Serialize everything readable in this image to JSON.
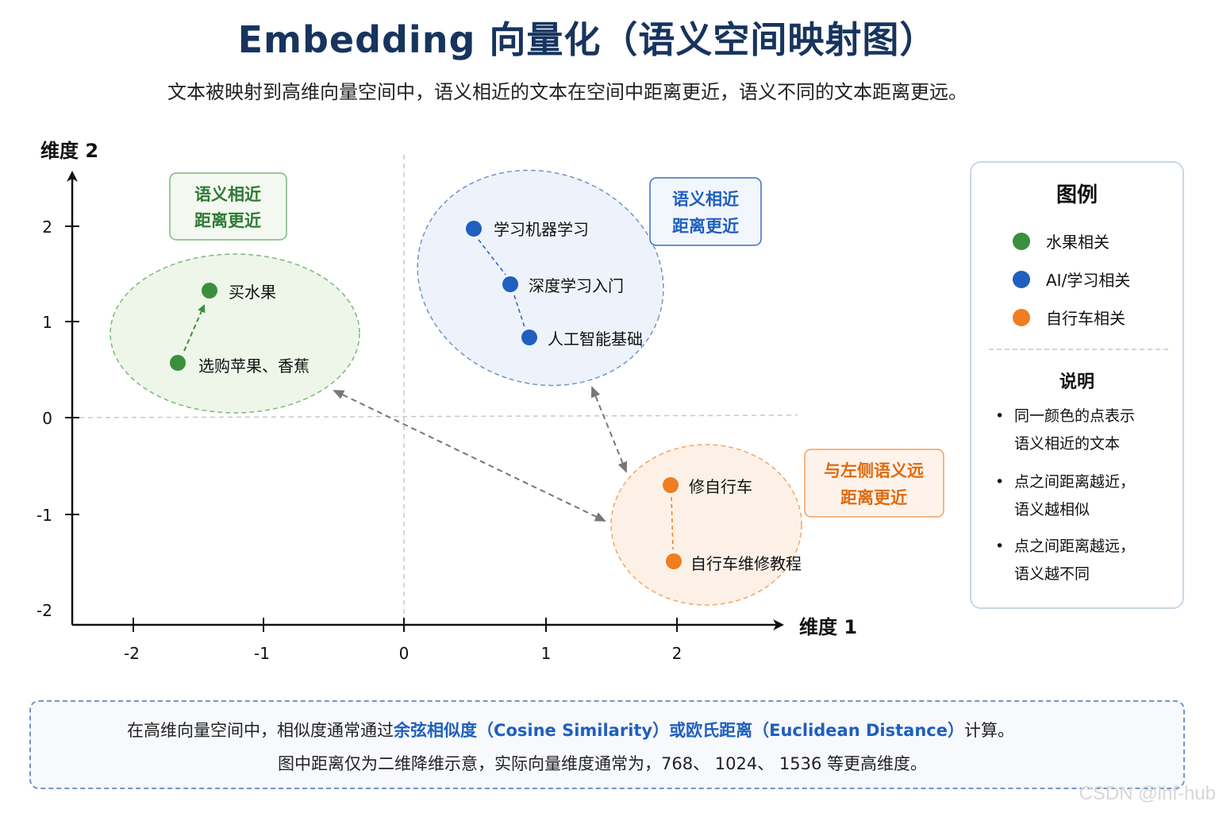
{
  "title": "Embedding 向量化（语义空间映射图）",
  "subtitle": "文本被映射到高维向量空间中，语义相近的文本在空间中距离更近，语义不同的文本距离更远。",
  "colors": {
    "green": "#3a8f3e",
    "blue": "#1f5fbf",
    "orange": "#f07d1f",
    "title": "#17345e"
  },
  "axes": {
    "x_label": "维度 1",
    "y_label": "维度 2",
    "x_ticks": [
      "-2",
      "-1",
      "0",
      "1",
      "2"
    ],
    "y_ticks": [
      "2",
      "1",
      "0",
      "-1",
      "-2"
    ]
  },
  "clusters": {
    "fruit": {
      "color": "#3a8f3e",
      "label_line1": "语义相近",
      "label_line2": "距离更近",
      "points": [
        "买水果",
        "选购苹果、香蕉"
      ]
    },
    "ai": {
      "color": "#1f5fbf",
      "label_line1": "语义相近",
      "label_line2": "距离更近",
      "points": [
        "学习机器学习",
        "深度学习入门",
        "人工智能基础"
      ]
    },
    "bike": {
      "color": "#f07d1f",
      "label_line1": "与左侧语义远",
      "label_line2": "距离更近",
      "points": [
        "修自行车",
        "自行车维修教程"
      ]
    }
  },
  "legend": {
    "title": "图例",
    "items": [
      {
        "label": "水果相关",
        "color": "#3a8f3e"
      },
      {
        "label": "AI/学习相关",
        "color": "#1f5fbf"
      },
      {
        "label": "自行车相关",
        "color": "#f07d1f"
      }
    ],
    "notes_title": "说明",
    "notes": [
      {
        "line1": "同一颜色的点表示",
        "line2": "语义相近的文本"
      },
      {
        "line1": "点之间距离越近，",
        "line2": "语义越相似"
      },
      {
        "line1": "点之间距离越远，",
        "line2": "语义越不同"
      }
    ]
  },
  "footer": {
    "line1_pre": "在高维向量空间中，相似度通常通过",
    "line1_hl1": "余弦相似度（Cosine Similarity）",
    "line1_hl2": "或欧氏距离（Euclidean Distance）",
    "line1_post": "计算。",
    "line2": "图中距离仅为二维降维示意，实际向量维度通常为，768、 1024、 1536 等更高维度。"
  },
  "watermark": "CSDN @lhf-hub"
}
